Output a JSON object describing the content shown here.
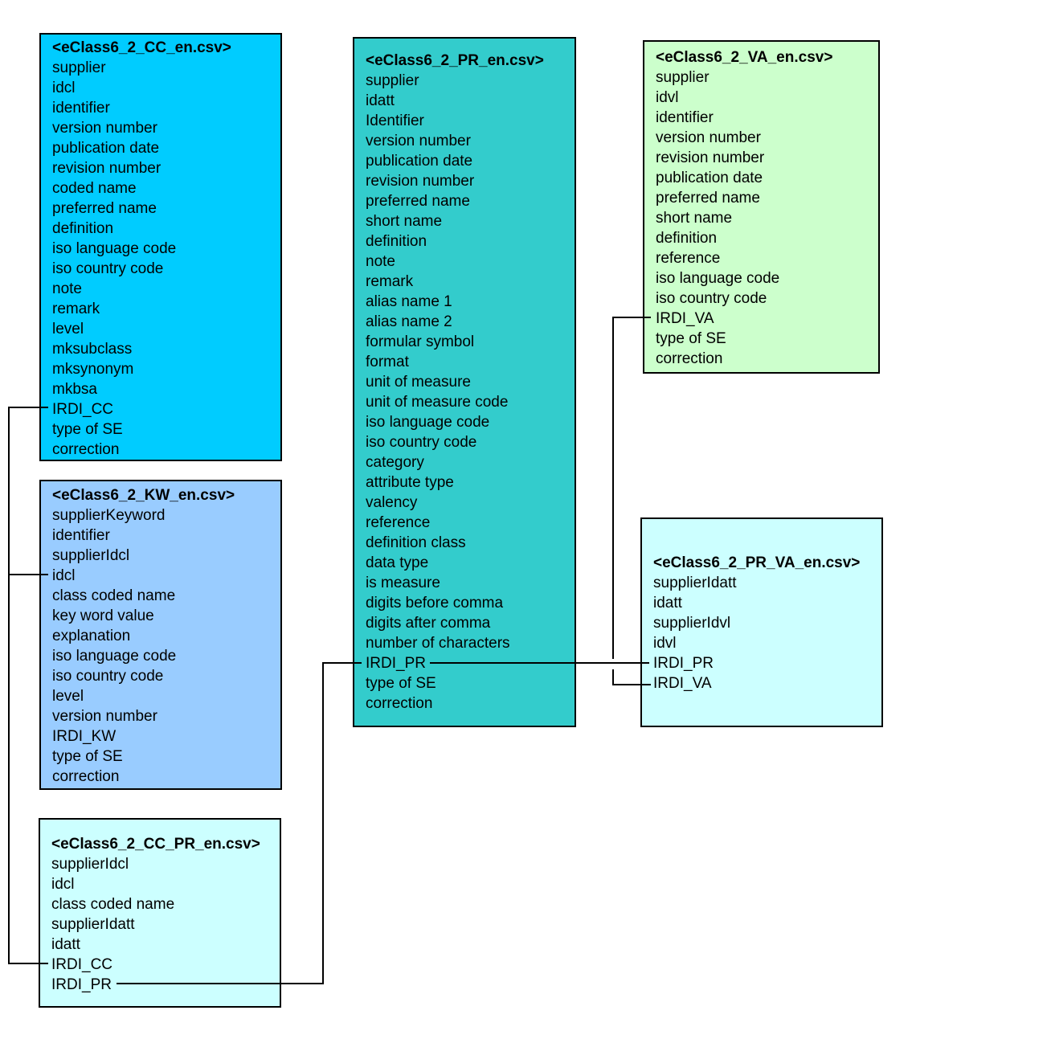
{
  "tables": {
    "cc": {
      "title": "<eClass6_2_CC_en.csv>",
      "fields": [
        "supplier",
        "idcl",
        "identifier",
        "version number",
        "publication date",
        "revision number",
        "coded name",
        "preferred name",
        "definition",
        "iso language code",
        "iso country code",
        "note",
        "remark",
        "level",
        "mksubclass",
        "mksynonym",
        "mkbsa",
        "IRDI_CC",
        "type of SE",
        "correction"
      ]
    },
    "kw": {
      "title": "<eClass6_2_KW_en.csv>",
      "fields": [
        "supplierKeyword",
        "identifier",
        "supplierIdcl",
        "idcl",
        "class coded name",
        "key word value",
        "explanation",
        "iso language code",
        "iso country code",
        "level",
        "version number",
        "IRDI_KW",
        "type of SE",
        "correction"
      ]
    },
    "ccpr": {
      "title": "<eClass6_2_CC_PR_en.csv>",
      "fields": [
        "supplierIdcl",
        "idcl",
        "class coded name",
        "supplierIdatt",
        "idatt",
        "IRDI_CC",
        "IRDI_PR"
      ]
    },
    "pr": {
      "title": "<eClass6_2_PR_en.csv>",
      "fields": [
        "supplier",
        "idatt",
        "Identifier",
        "version number",
        "publication date",
        "revision number",
        "preferred name",
        "short name",
        "definition",
        "note",
        "remark",
        "alias name  1",
        "alias name  2",
        "formular  symbol",
        "format",
        "unit of measure",
        "unit of measure code",
        "iso language  code",
        "iso country code",
        "category",
        "attribute type",
        "valency",
        "reference",
        "definition class",
        "data type",
        "is measure",
        "digits before comma",
        "digits after comma",
        "number  of characters",
        "IRDI_PR",
        "type of SE",
        "correction"
      ]
    },
    "va": {
      "title": "<eClass6_2_VA_en.csv>",
      "fields": [
        "supplier",
        "idvl",
        "identifier",
        "version number",
        "revision number",
        "publication date",
        "preferred name",
        "short name",
        "definition",
        "reference",
        "iso language code",
        "iso country code",
        "IRDI_VA",
        "type of SE",
        "correction"
      ]
    },
    "prva": {
      "title": "<eClass6_2_PR_VA_en.csv>",
      "fields": [
        "supplierIdatt",
        "idatt",
        "supplierIdvl",
        "idvl",
        "IRDI_PR",
        "IRDI_VA"
      ]
    }
  },
  "colors": {
    "cc": "#00ccff",
    "kw": "#99ccff",
    "ccpr": "#ccffff",
    "pr": "#33cccc",
    "va": "#ccffcc",
    "prva": "#ccffff"
  }
}
